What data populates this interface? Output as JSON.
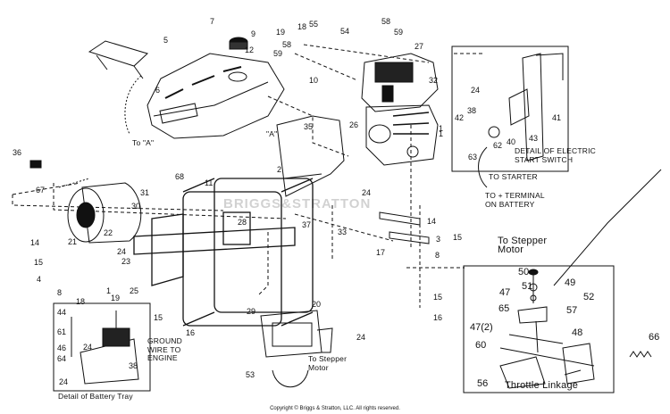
{
  "diagram": {
    "callouts": [
      {
        "id": "c7",
        "text": "7"
      },
      {
        "id": "c9",
        "text": "9"
      },
      {
        "id": "c12",
        "text": "12"
      },
      {
        "id": "c19a",
        "text": "19"
      },
      {
        "id": "c18a",
        "text": "18"
      },
      {
        "id": "c55",
        "text": "55"
      },
      {
        "id": "c54",
        "text": "54"
      },
      {
        "id": "c58a",
        "text": "58"
      },
      {
        "id": "c59a",
        "text": "59"
      },
      {
        "id": "c58b",
        "text": "58"
      },
      {
        "id": "c59b",
        "text": "59"
      },
      {
        "id": "c5",
        "text": "5"
      },
      {
        "id": "c6",
        "text": "6"
      },
      {
        "id": "c10",
        "text": "10"
      },
      {
        "id": "c27",
        "text": "27"
      },
      {
        "id": "c32",
        "text": "32"
      },
      {
        "id": "c26",
        "text": "26"
      },
      {
        "id": "c1a",
        "text": "1"
      },
      {
        "id": "c35",
        "text": "35"
      },
      {
        "id": "c2",
        "text": "2"
      },
      {
        "id": "c36",
        "text": "36"
      },
      {
        "id": "c67",
        "text": "67"
      },
      {
        "id": "c68",
        "text": "68"
      },
      {
        "id": "c11",
        "text": "11"
      },
      {
        "id": "c31",
        "text": "31"
      },
      {
        "id": "c30",
        "text": "30"
      },
      {
        "id": "c28",
        "text": "28"
      },
      {
        "id": "c37",
        "text": "37"
      },
      {
        "id": "c24a",
        "text": "24"
      },
      {
        "id": "c33",
        "text": "33"
      },
      {
        "id": "c14a",
        "text": "14"
      },
      {
        "id": "c3",
        "text": "3"
      },
      {
        "id": "c15a",
        "text": "15"
      },
      {
        "id": "c17",
        "text": "17"
      },
      {
        "id": "c8a",
        "text": "8"
      },
      {
        "id": "c14b",
        "text": "14"
      },
      {
        "id": "c21",
        "text": "21"
      },
      {
        "id": "c22",
        "text": "22"
      },
      {
        "id": "c15b",
        "text": "15"
      },
      {
        "id": "c24b",
        "text": "24"
      },
      {
        "id": "c23",
        "text": "23"
      },
      {
        "id": "c4",
        "text": "4"
      },
      {
        "id": "c25",
        "text": "25"
      },
      {
        "id": "c8b",
        "text": "8"
      },
      {
        "id": "c1b",
        "text": "1"
      },
      {
        "id": "c19b",
        "text": "19"
      },
      {
        "id": "c18b",
        "text": "18"
      },
      {
        "id": "c15c",
        "text": "15"
      },
      {
        "id": "c16a",
        "text": "16"
      },
      {
        "id": "c29",
        "text": "29"
      },
      {
        "id": "c20",
        "text": "20"
      },
      {
        "id": "c24c",
        "text": "24"
      },
      {
        "id": "c53",
        "text": "53"
      },
      {
        "id": "c15d",
        "text": "15"
      },
      {
        "id": "c16b",
        "text": "16"
      },
      {
        "id": "c44",
        "text": "44"
      },
      {
        "id": "c61",
        "text": "61"
      },
      {
        "id": "c46",
        "text": "46"
      },
      {
        "id": "c64",
        "text": "64"
      },
      {
        "id": "c24d",
        "text": "24"
      },
      {
        "id": "c38a",
        "text": "38"
      },
      {
        "id": "c24e",
        "text": "24"
      },
      {
        "id": "c24f",
        "text": "24"
      },
      {
        "id": "c41",
        "text": "41"
      },
      {
        "id": "c38b",
        "text": "38"
      },
      {
        "id": "c42",
        "text": "42"
      },
      {
        "id": "c40",
        "text": "40"
      },
      {
        "id": "c43",
        "text": "43"
      },
      {
        "id": "c62",
        "text": "62"
      },
      {
        "id": "c63",
        "text": "63"
      },
      {
        "id": "c50",
        "text": "50"
      },
      {
        "id": "c51",
        "text": "51"
      },
      {
        "id": "c49",
        "text": "49"
      },
      {
        "id": "c47a",
        "text": "47"
      },
      {
        "id": "c52",
        "text": "52"
      },
      {
        "id": "c65",
        "text": "65"
      },
      {
        "id": "c57",
        "text": "57"
      },
      {
        "id": "c47b",
        "text": "47(2)"
      },
      {
        "id": "c48",
        "text": "48"
      },
      {
        "id": "c60",
        "text": "60"
      },
      {
        "id": "c66",
        "text": "66"
      },
      {
        "id": "c56",
        "text": "56"
      },
      {
        "id": "c1c",
        "text": "1"
      }
    ],
    "notes": {
      "to_a1": "To \"A\"",
      "a_marker": "\"A\"",
      "switch_detail": "DETAIL OF ELECTRIC\nSTART SWITCH",
      "to_starter": "TO STARTER",
      "to_terminal": "TO + TERMINAL\nON BATTERY",
      "stepper_top": "To Stepper\nMotor",
      "stepper_mid": "To Stepper\nMotor",
      "ground_wire": "GROUND\nWIRE TO\nENGINE",
      "battery_tray": "Detail of Battery Tray",
      "throttle": "Throttle Linkage",
      "watermark": "BRIGGS&STRATTON",
      "copyright": "Copyright © Briggs & Stratton, LLC. All rights reserved."
    }
  }
}
